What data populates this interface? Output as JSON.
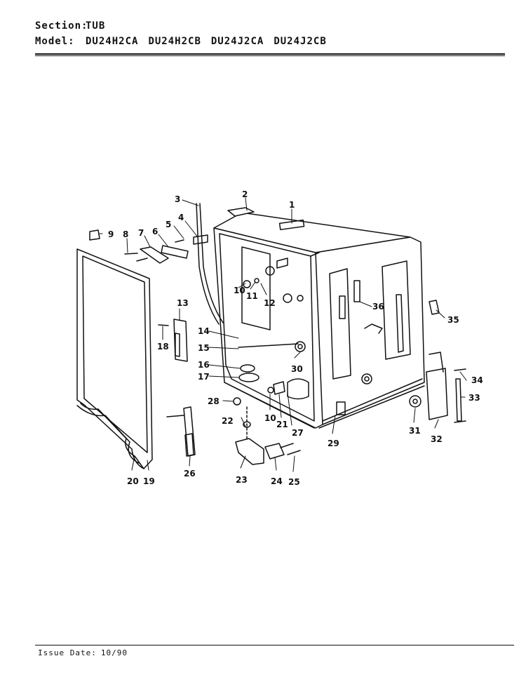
{
  "header": {
    "section_label": "Section:",
    "section_value": "TUB",
    "model_label": "Model:",
    "models": [
      "DU24H2CA",
      "DU24H2CB",
      "DU24J2CA",
      "DU24J2CB"
    ]
  },
  "footer": {
    "issue_label": "Issue Date:",
    "issue_value": "10/90"
  },
  "callouts": [
    "1",
    "2",
    "3",
    "4",
    "5",
    "6",
    "7",
    "8",
    "9",
    "10",
    "11",
    "12",
    "13",
    "14",
    "15",
    "16",
    "17",
    "18",
    "19",
    "20",
    "21",
    "22",
    "23",
    "24",
    "25",
    "26",
    "27",
    "28",
    "29",
    "30",
    "31",
    "32",
    "33",
    "34",
    "35",
    "36",
    "10"
  ]
}
